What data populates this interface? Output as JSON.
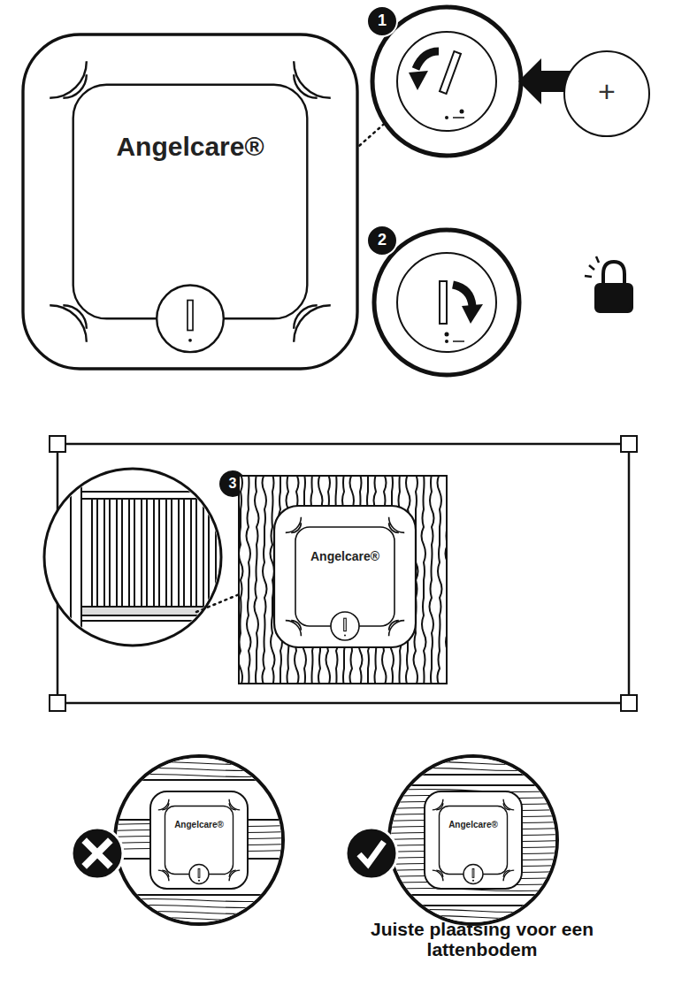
{
  "diagram": {
    "labels": [
      "Angelcare®",
      "1",
      "+",
      "2",
      "3",
      "Angelcare®",
      "Angelcare®",
      "Angelcare®",
      "Juiste plaatsing voor een lattenbodem"
    ]
  }
}
